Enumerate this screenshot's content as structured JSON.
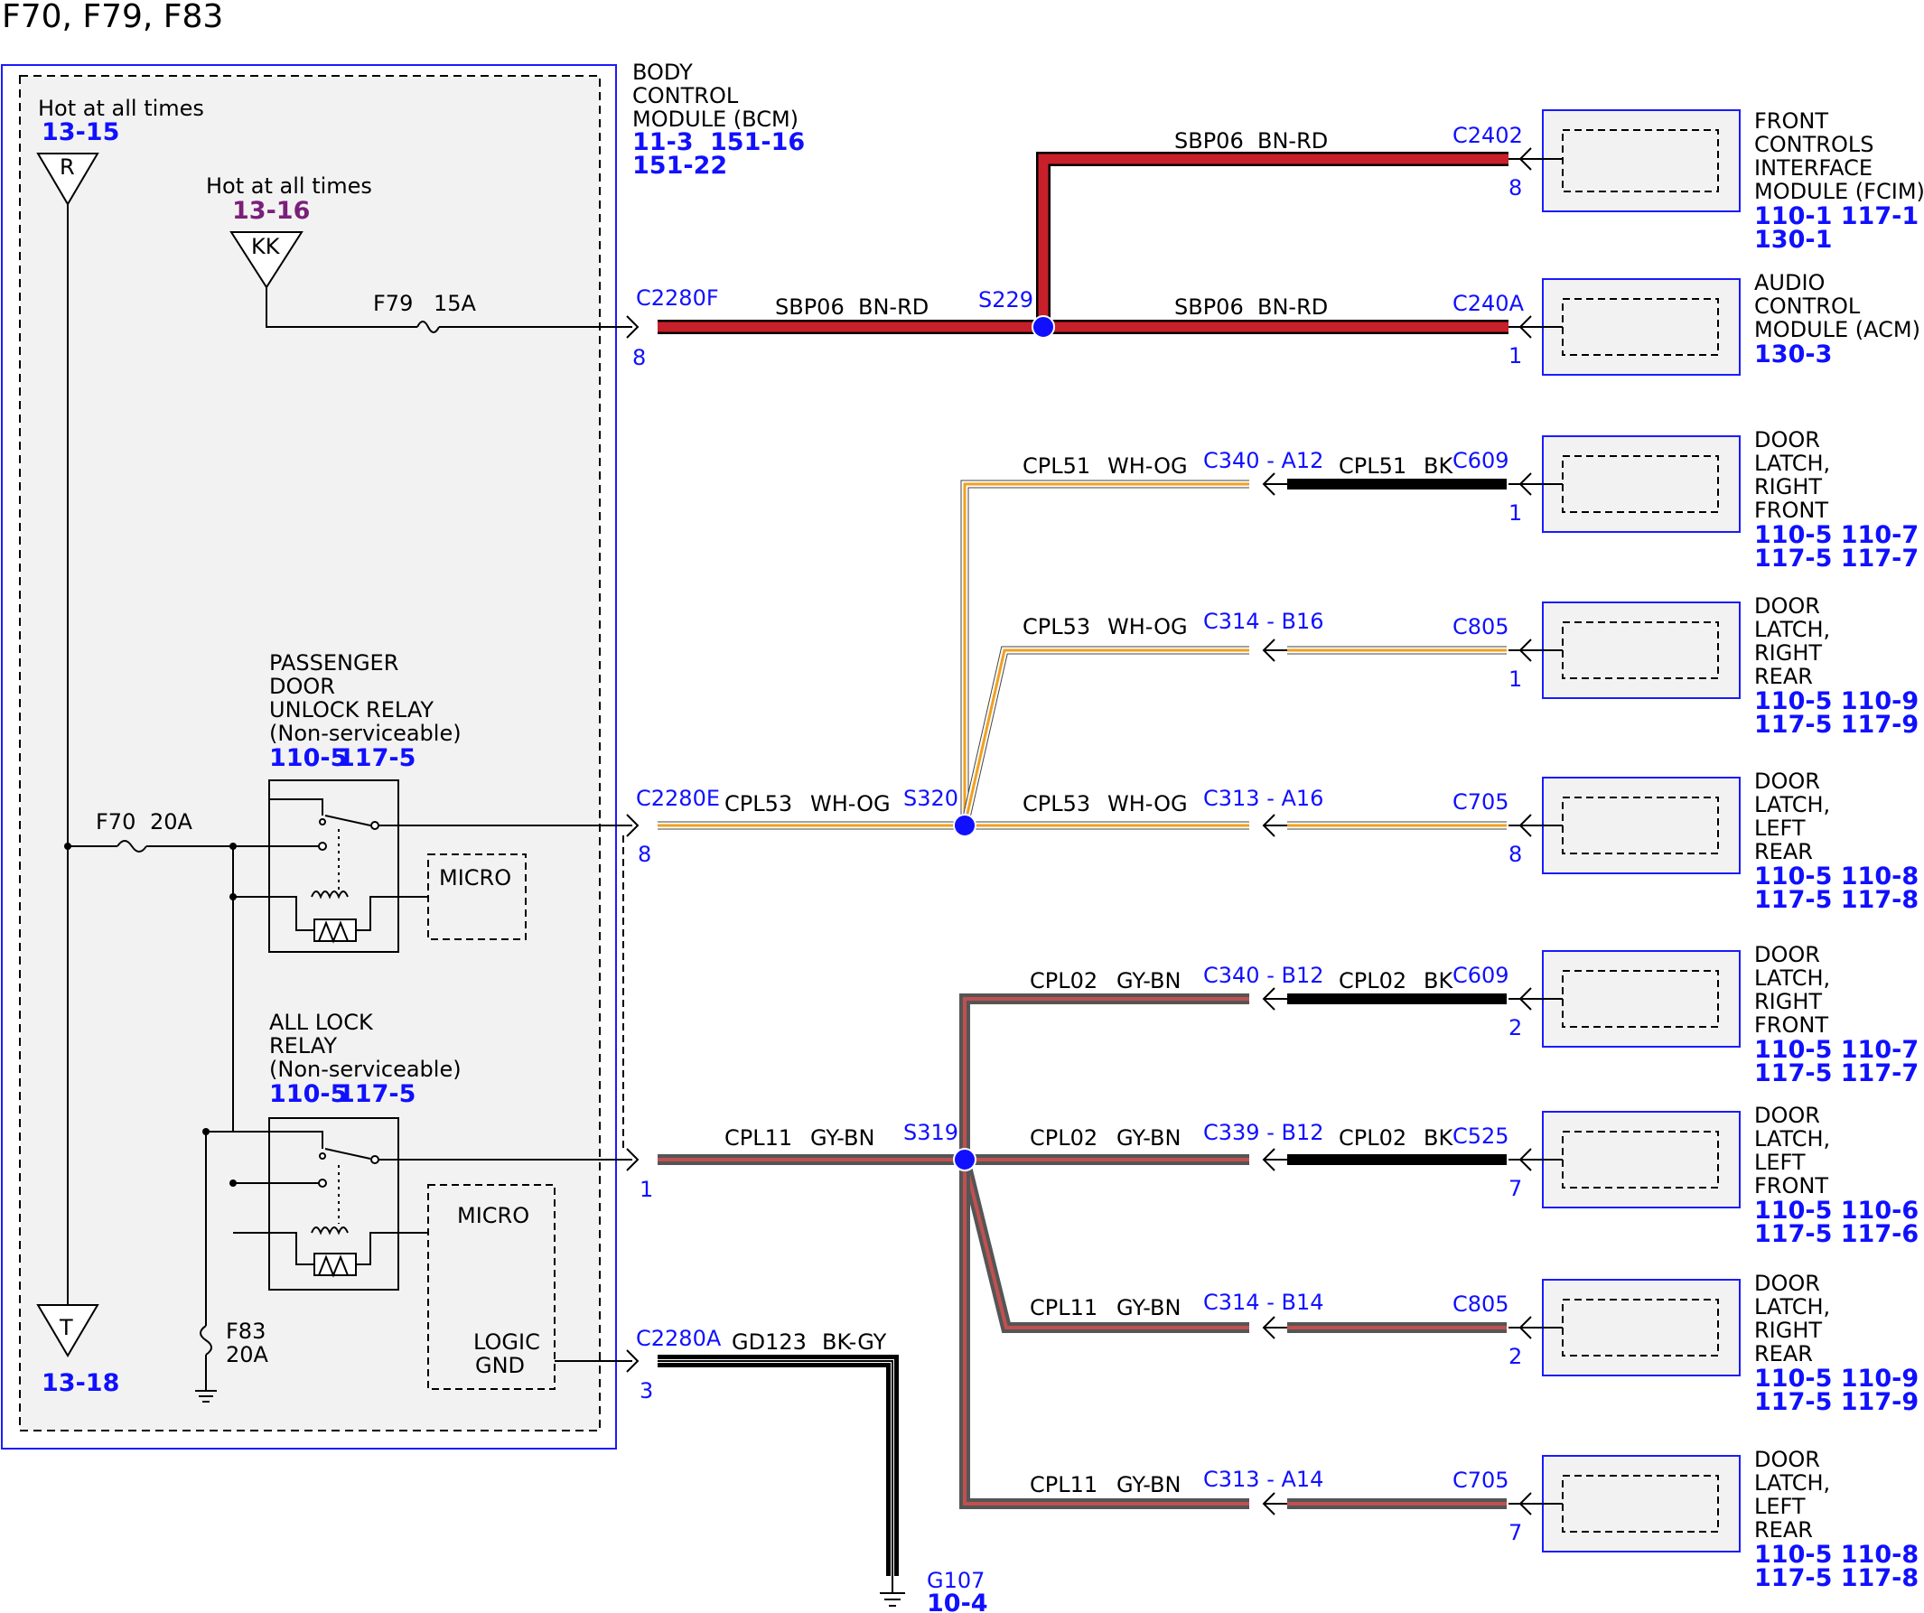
{
  "page_title": "F70, F79, F83",
  "bcm": {
    "name": [
      "BODY",
      "CONTROL",
      "MODULE (BCM)"
    ],
    "refs": [
      "11-3",
      "151-16",
      "151-22"
    ],
    "micro": "MICRO",
    "micro2": "MICRO",
    "logic_gnd": [
      "LOGIC",
      "GND"
    ]
  },
  "power": {
    "r_label": "Hot at all times",
    "r_ref": "13-15",
    "r_letter": "R",
    "kk_label": "Hot at all times",
    "kk_ref": "13-16",
    "kk_letter": "KK",
    "t_letter": "T",
    "t_ref": "13-18"
  },
  "fuses": {
    "f79": "F79",
    "f79_amp": "15A",
    "f70": "F70",
    "f70_amp": "20A",
    "f83": "F83",
    "f83_amp": "20A"
  },
  "relays": {
    "pass": [
      "PASSENGER",
      "DOOR",
      "UNLOCK RELAY",
      "(Non-serviceable)"
    ],
    "pass_refs": [
      "110-5",
      "117-5"
    ],
    "all": [
      "ALL LOCK",
      "RELAY",
      "(Non-serviceable)"
    ],
    "all_refs": [
      "110-5",
      "117-5"
    ]
  },
  "connectors": {
    "c2280f": "C2280F",
    "c2280f_pin": "8",
    "c2280e": "C2280E",
    "c2280e_pin": "8",
    "c2280b_pin": "1",
    "c2280a": "C2280A",
    "c2280a_pin": "3"
  },
  "splices": {
    "s229": "S229",
    "s320": "S320",
    "s319": "S319"
  },
  "wires": {
    "sbp06": "SBP06",
    "bn_rd": "BN-RD",
    "cpl51": "CPL51",
    "cpl53": "CPL53",
    "wh_og": "WH-OG",
    "cpl02": "CPL02",
    "cpl11": "CPL11",
    "gy_bn": "GY-BN",
    "bk": "BK",
    "gd123": "GD123",
    "bk_gy": "BK-GY"
  },
  "inline_conns": {
    "c340_a12": "C340 - A12",
    "c314_b16": "C314 - B16",
    "c313_a16": "C313 - A16",
    "c340_b12": "C340 - B12",
    "c339_b12": "C339 - B12",
    "c314_b14": "C314 - B14",
    "c313_a14": "C313 - A14"
  },
  "ground": {
    "name": "G107",
    "ref": "10-4"
  },
  "modules": [
    {
      "conn": "C2402",
      "pin": "8",
      "lines": [
        "FRONT",
        "CONTROLS",
        "INTERFACE",
        "MODULE (FCIM)"
      ],
      "refs": [
        "110-1 117-1",
        "130-1"
      ]
    },
    {
      "conn": "C240A",
      "pin": "1",
      "lines": [
        "AUDIO",
        "CONTROL",
        "MODULE (ACM)"
      ],
      "refs": [
        "130-3"
      ]
    },
    {
      "conn": "C609",
      "pin": "1",
      "lines": [
        "DOOR",
        "LATCH,",
        "RIGHT",
        "FRONT"
      ],
      "refs": [
        "110-5 110-7",
        "117-5 117-7"
      ]
    },
    {
      "conn": "C805",
      "pin": "1",
      "lines": [
        "DOOR",
        "LATCH,",
        "RIGHT",
        "REAR"
      ],
      "refs": [
        "110-5 110-9",
        "117-5 117-9"
      ]
    },
    {
      "conn": "C705",
      "pin": "8",
      "lines": [
        "DOOR",
        "LATCH,",
        "LEFT",
        "REAR"
      ],
      "refs": [
        "110-5 110-8",
        "117-5 117-8"
      ]
    },
    {
      "conn": "C609",
      "pin": "2",
      "lines": [
        "DOOR",
        "LATCH,",
        "RIGHT",
        "FRONT"
      ],
      "refs": [
        "110-5 110-7",
        "117-5 117-7"
      ]
    },
    {
      "conn": "C525",
      "pin": "7",
      "lines": [
        "DOOR",
        "LATCH,",
        "LEFT",
        "FRONT"
      ],
      "refs": [
        "110-5 110-6",
        "117-5 117-6"
      ]
    },
    {
      "conn": "C805",
      "pin": "2",
      "lines": [
        "DOOR",
        "LATCH,",
        "RIGHT",
        "REAR"
      ],
      "refs": [
        "110-5 110-9",
        "117-5 117-9"
      ]
    },
    {
      "conn": "C705",
      "pin": "7",
      "lines": [
        "DOOR",
        "LATCH,",
        "LEFT",
        "REAR"
      ],
      "refs": [
        "110-5 110-8",
        "117-5 117-8"
      ]
    }
  ],
  "colors": {
    "ref_blue": "#1010ff",
    "ref_purple": "#7a1f7a",
    "bn_rd": "#c8202a",
    "wh_og": "#f0a020",
    "gy_bn": "#c05050",
    "module_fill": "#f2f2f2"
  }
}
